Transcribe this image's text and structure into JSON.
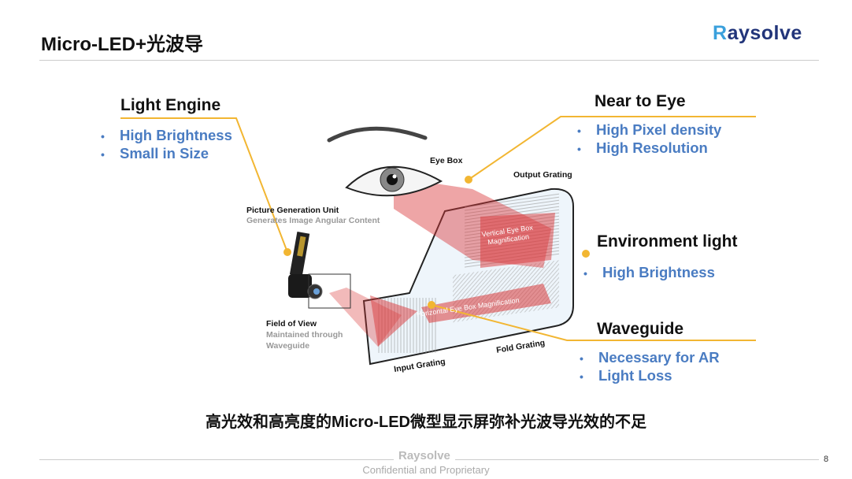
{
  "header": {
    "title": "Micro-LED+光波导",
    "logo": "Raysolve"
  },
  "sections": {
    "light_engine": {
      "title": "Light Engine",
      "items": [
        "High Brightness",
        "Small in Size"
      ]
    },
    "near_to_eye": {
      "title": "Near to Eye",
      "items": [
        "High Pixel density",
        "High Resolution"
      ]
    },
    "environment_light": {
      "title": "Environment light",
      "items": [
        "High Brightness"
      ]
    },
    "waveguide": {
      "title": "Waveguide",
      "items": [
        "Necessary for AR",
        "Light Loss"
      ]
    }
  },
  "diagram": {
    "eye_box": "Eye Box",
    "output_grating": "Output Grating",
    "pgu_title": "Picture Generation Unit",
    "pgu_sub": "Generates Image Angular Content",
    "fov_title": "Field of View",
    "fov_sub1": "Maintained through",
    "fov_sub2": "Waveguide",
    "vertical": "Vertical Eye Box Magnification",
    "horizontal": "Horizontal Eye Box Magnification",
    "input_grating": "Input Grating",
    "fold_grating": "Fold Grating"
  },
  "caption": "高光效和高亮度的Micro-LED微型显示屏弥补光波导光效的不足",
  "footer": {
    "logo": "Raysolve",
    "confidential": "Confidential and Proprietary",
    "page": "8"
  },
  "colors": {
    "accent_line": "#f2b632",
    "bullet": "#4a7cc2",
    "red": "#d9383a"
  }
}
